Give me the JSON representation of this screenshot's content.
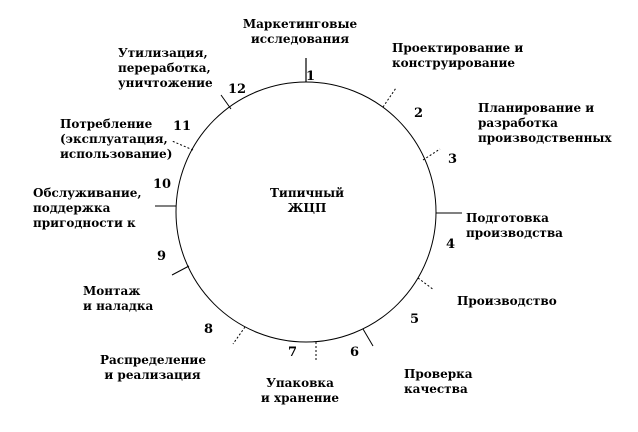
{
  "center_label": "Типичный\nЖЦП",
  "stages": [
    {
      "num": "1",
      "label": "Маркетинговые\nисследования"
    },
    {
      "num": "2",
      "label": "Проектирование и\nконструирование"
    },
    {
      "num": "3",
      "label": "Планирование и\nразработка\nпроизводственных"
    },
    {
      "num": "4",
      "label": "Подготовка\nпроизводства"
    },
    {
      "num": "5",
      "label": "Производство"
    },
    {
      "num": "6",
      "label": "Проверка\nкачества"
    },
    {
      "num": "7",
      "label": "Упаковка\nи хранение"
    },
    {
      "num": "8",
      "label": "Распределение\nи реализация"
    },
    {
      "num": "9",
      "label": "Монтаж\nи наладка"
    },
    {
      "num": "10",
      "label": "Обслуживание,\nподдержка\nпригодности к"
    },
    {
      "num": "11",
      "label": "Потребление\n(эксплуатация,\nиспользование)"
    },
    {
      "num": "12",
      "label": "Утилизация,\nпереработка,\nуничтожение"
    }
  ]
}
